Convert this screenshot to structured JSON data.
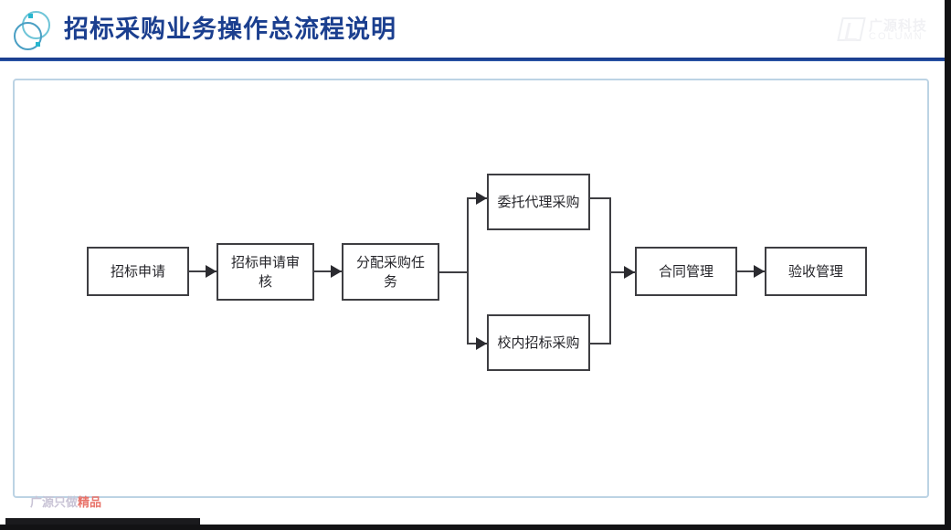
{
  "header": {
    "title": "招标采购业务操作总流程说明",
    "logo_icon": "overlapping-rings-logo",
    "title_color": "#1b3f8f",
    "rule_color": "#1b3f8f",
    "corp_logo": {
      "icon": "column-mark-icon",
      "cn": "广源科技",
      "en": "COLUMN"
    }
  },
  "panel": {
    "border_color": "#bcd3e4"
  },
  "flowchart": {
    "type": "flow-diagram",
    "node_border_color": "#3e3e42",
    "connector_color": "#3e3e42",
    "nodes": [
      {
        "id": "apply",
        "label": "招标申请"
      },
      {
        "id": "review",
        "label": "招标申请审核"
      },
      {
        "id": "assign",
        "label": "分配采购任务"
      },
      {
        "id": "agency",
        "label": "委托代理采购"
      },
      {
        "id": "internal",
        "label": "校内招标采购"
      },
      {
        "id": "contract",
        "label": "合同管理"
      },
      {
        "id": "acceptance",
        "label": "验收管理"
      }
    ],
    "edges": [
      {
        "from": "apply",
        "to": "review"
      },
      {
        "from": "review",
        "to": "assign"
      },
      {
        "from": "assign",
        "to": "agency"
      },
      {
        "from": "assign",
        "to": "internal"
      },
      {
        "from": "agency",
        "to": "contract"
      },
      {
        "from": "internal",
        "to": "contract"
      },
      {
        "from": "contract",
        "to": "acceptance"
      }
    ]
  },
  "footer": {
    "slogan_plain": "广源只做",
    "slogan_accent": "精品",
    "slogan_plain_color": "#c9c4d6",
    "slogan_accent_color": "#e8736a"
  }
}
